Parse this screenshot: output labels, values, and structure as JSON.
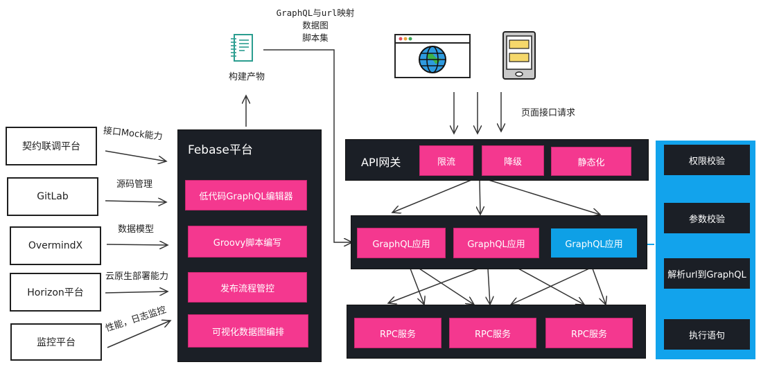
{
  "sources": [
    {
      "label": "契约联调平台",
      "edge_label": "接口Mock能力"
    },
    {
      "label": "GitLab",
      "edge_label": "源码管理"
    },
    {
      "label": "OvermindX",
      "edge_label": "数据模型"
    },
    {
      "label": "Horizon平台",
      "edge_label": "云原生部署能力"
    },
    {
      "label": "监控平台",
      "edge_label": "性能，日志监控"
    }
  ],
  "febase": {
    "title": "Febase平台",
    "items": [
      "低代码GraphQL编辑器",
      "Groovy脚本编写",
      "发布流程管控",
      "可视化数据图编排"
    ]
  },
  "artifact": {
    "icon": "notebook-icon",
    "label": "构建产物",
    "contents": [
      "GraphQL与url映射",
      "数据图",
      "脚本集"
    ]
  },
  "clients": {
    "browser_icon": "browser-globe-icon",
    "mobile_icon": "mobile-phone-icon",
    "request_label": "页面接口请求"
  },
  "gateway": {
    "title": "API网关",
    "items": [
      "限流",
      "降级",
      "静态化"
    ]
  },
  "graphql_apps": [
    "GraphQL应用",
    "GraphQL应用",
    "GraphQL应用"
  ],
  "rpc_services": [
    "RPC服务",
    "RPC服务",
    "RPC服务"
  ],
  "pipeline": {
    "steps": [
      "权限校验",
      "参数校验",
      "解析url到GraphQL",
      "执行语句"
    ]
  },
  "colors": {
    "dark": "#1b1f26",
    "pink": "#f4388f",
    "blue": "#12a3ec",
    "teal_icon": "#2a9d8f"
  }
}
